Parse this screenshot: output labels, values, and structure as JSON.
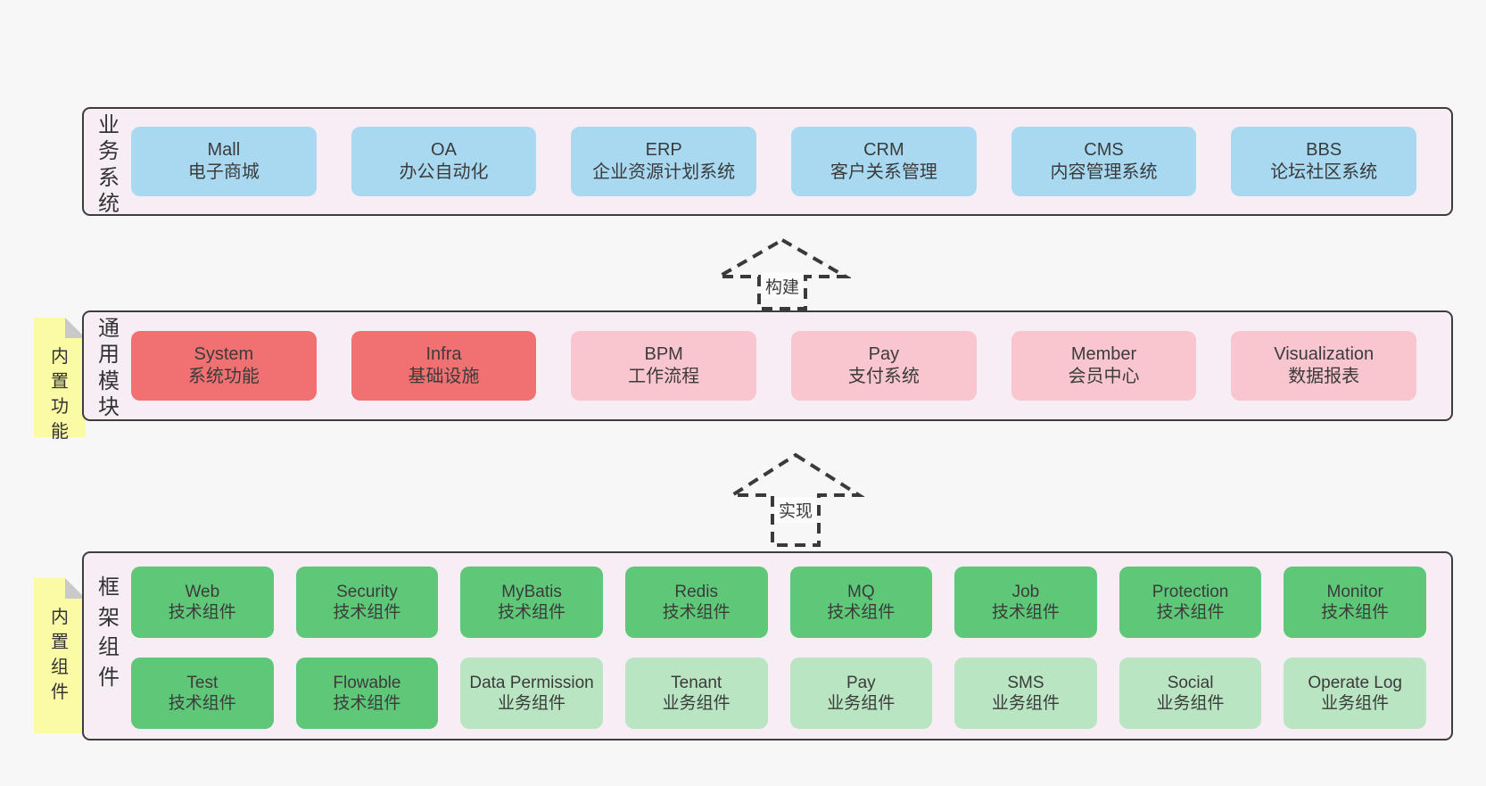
{
  "colors": {
    "background": "#f7f7f7",
    "panel_fill": "#f7edf5",
    "panel_border": "#3d3d3d",
    "box_blue": "#a9d8f1",
    "box_red": "#f17172",
    "box_pink": "#f9c6cf",
    "box_green": "#5fc878",
    "box_light_green": "#b9e5c2",
    "sticky_yellow": "#fbfba6",
    "sticky_fold": "#c9c9c9",
    "text": "#3b3b3b"
  },
  "arrows": [
    {
      "label": "构建"
    },
    {
      "label": "实现"
    }
  ],
  "stickies": [
    {
      "label": "内置功能"
    },
    {
      "label": "内置组件"
    }
  ],
  "layers": [
    {
      "label": "业务系统",
      "boxes": [
        {
          "title": "Mall",
          "subtitle": "电子商城"
        },
        {
          "title": "OA",
          "subtitle": "办公自动化"
        },
        {
          "title": "ERP",
          "subtitle": "企业资源计划系统"
        },
        {
          "title": "CRM",
          "subtitle": "客户关系管理"
        },
        {
          "title": "CMS",
          "subtitle": "内容管理系统"
        },
        {
          "title": "BBS",
          "subtitle": "论坛社区系统"
        }
      ]
    },
    {
      "label": "通用模块",
      "boxes": [
        {
          "title": "System",
          "subtitle": "系统功能"
        },
        {
          "title": "Infra",
          "subtitle": "基础设施"
        },
        {
          "title": "BPM",
          "subtitle": "工作流程"
        },
        {
          "title": "Pay",
          "subtitle": "支付系统"
        },
        {
          "title": "Member",
          "subtitle": "会员中心"
        },
        {
          "title": "Visualization",
          "subtitle": "数据报表"
        }
      ]
    },
    {
      "label": "框架组件",
      "row1": [
        {
          "title": "Web",
          "subtitle": "技术组件"
        },
        {
          "title": "Security",
          "subtitle": "技术组件"
        },
        {
          "title": "MyBatis",
          "subtitle": "技术组件"
        },
        {
          "title": "Redis",
          "subtitle": "技术组件"
        },
        {
          "title": "MQ",
          "subtitle": "技术组件"
        },
        {
          "title": "Job",
          "subtitle": "技术组件"
        },
        {
          "title": "Protection",
          "subtitle": "技术组件"
        },
        {
          "title": "Monitor",
          "subtitle": "技术组件"
        }
      ],
      "row2": [
        {
          "title": "Test",
          "subtitle": "技术组件"
        },
        {
          "title": "Flowable",
          "subtitle": "技术组件"
        },
        {
          "title": "Data Permission",
          "subtitle": "业务组件"
        },
        {
          "title": "Tenant",
          "subtitle": "业务组件"
        },
        {
          "title": "Pay",
          "subtitle": "业务组件"
        },
        {
          "title": "SMS",
          "subtitle": "业务组件"
        },
        {
          "title": "Social",
          "subtitle": "业务组件"
        },
        {
          "title": "Operate Log",
          "subtitle": "业务组件"
        }
      ]
    }
  ]
}
